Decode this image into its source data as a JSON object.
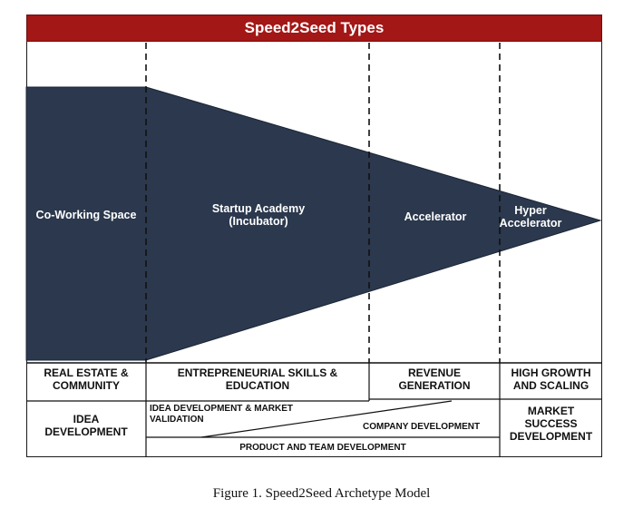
{
  "title": "Speed2Seed Types",
  "stages": {
    "coworking": "Co-Working Space",
    "startup_academy_line1": "Startup Academy",
    "startup_academy_line2": "(Incubator)",
    "accelerator": "Accelerator",
    "hyper_accelerator_line1": "Hyper",
    "hyper_accelerator_line2": "Accelerator"
  },
  "focus_row": {
    "real_estate_line1": "REAL ESTATE &",
    "real_estate_line2": "COMMUNITY",
    "entrepreneurial_line1": "ENTREPRENEURIAL SKILLS &",
    "entrepreneurial_line2": "EDUCATION",
    "revenue_line1": "REVENUE",
    "revenue_line2": "GENERATION",
    "high_growth_line1": "HIGH GROWTH",
    "high_growth_line2": "AND SCALING"
  },
  "development_row": {
    "idea_line1": "IDEA",
    "idea_line2": "DEVELOPMENT",
    "idea_market_line1": "IDEA DEVELOPMENT & MARKET",
    "idea_market_line2": "VALIDATION",
    "company_development": "COMPANY DEVELOPMENT",
    "product_team": "PRODUCT AND TEAM DEVELOPMENT",
    "market_success_line1": "MARKET",
    "market_success_line2": "SUCCESS",
    "market_success_line3": "DEVELOPMENT"
  },
  "caption": "Figure 1. Speed2Seed Archetype Model",
  "colors": {
    "title_bar": "#a31716",
    "funnel": "#2b384d",
    "text_dark": "#111111",
    "text_light": "#ffffff"
  }
}
